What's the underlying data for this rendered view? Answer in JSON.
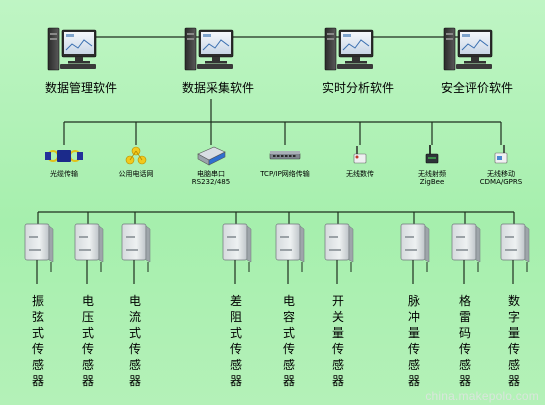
{
  "computers": [
    {
      "id": "data-management",
      "label": "数据管理软件"
    },
    {
      "id": "data-acquisition",
      "label": "数据采集软件"
    },
    {
      "id": "realtime-analysis",
      "label": "实时分析软件"
    },
    {
      "id": "safety-evaluation",
      "label": "安全评价软件"
    }
  ],
  "transmissions": [
    {
      "id": "fiber",
      "icon": "fiber-transmission-icon",
      "lines": [
        "光缆传输"
      ]
    },
    {
      "id": "phone",
      "icon": "telephone-network-icon",
      "lines": [
        "公用电话网"
      ]
    },
    {
      "id": "serial",
      "icon": "serial-port-icon",
      "lines": [
        "电脑串口",
        "RS232/485"
      ]
    },
    {
      "id": "tcpip",
      "icon": "network-switch-icon",
      "lines": [
        "TCP/IP网络传输"
      ]
    },
    {
      "id": "wireless",
      "icon": "wireless-radio-icon",
      "lines": [
        "无线数传"
      ]
    },
    {
      "id": "zigbee",
      "icon": "zigbee-radio-icon",
      "lines": [
        "无线射频",
        "ZigBee"
      ]
    },
    {
      "id": "mobile",
      "icon": "mobile-modem-icon",
      "lines": [
        "无线移动",
        "CDMA/GPRS"
      ]
    }
  ],
  "sensors": [
    {
      "id": "vibrating-wire",
      "label": "振弦式传感器"
    },
    {
      "id": "piezo",
      "label": "电压式传感器"
    },
    {
      "id": "current",
      "label": "电流式传感器"
    },
    {
      "id": "differential-resistance",
      "label": "差阻式传感器"
    },
    {
      "id": "capacitive",
      "label": "电容式传感器"
    },
    {
      "id": "switch",
      "label": "开关量传感器"
    },
    {
      "id": "pulse",
      "label": "脉冲量传感器"
    },
    {
      "id": "gray-code",
      "label": "格雷码传感器"
    },
    {
      "id": "digital",
      "label": "数字量传感器"
    }
  ],
  "watermark": "china.makepolo.com",
  "colors": {
    "background": "#aef0b3",
    "lines": "#1f2f1f"
  }
}
